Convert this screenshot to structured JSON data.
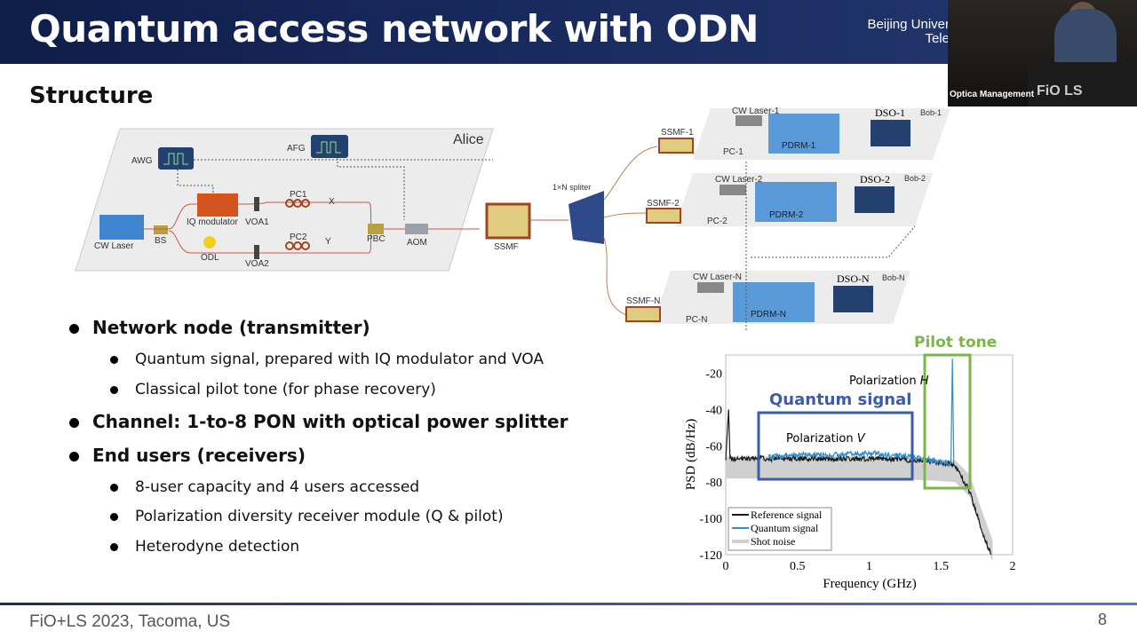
{
  "slide": {
    "title": "Quantum access network with ODN",
    "institution_line1": "Beijing Univer",
    "institution_line2": "Tele",
    "subtitle": "Structure",
    "footer": "FiO+LS 2023, Tacoma, US",
    "page_number": "8"
  },
  "webcam": {
    "caption": "Optica Management",
    "logo_text": "FiO LS"
  },
  "diagram": {
    "alice": "Alice",
    "awg": "AWG",
    "afg": "AFG",
    "iq": "IQ modulator",
    "voa1": "VOA1",
    "voa2": "VOA2",
    "pc1": "PC1",
    "pc2": "PC2",
    "x": "X",
    "y": "Y",
    "cw": "CW Laser",
    "bs": "BS",
    "odl": "ODL",
    "pbc": "PBC",
    "aom": "AOM",
    "ssmf": "SSMF",
    "splitter": "1×N spliter",
    "bobs": [
      {
        "name": "Bob-1",
        "laser": "CW Laser-1",
        "pdrm": "PDRM-1",
        "dso": "DSO-1",
        "ssmf": "SSMF-1",
        "pc": "PC-1"
      },
      {
        "name": "Bob-2",
        "laser": "CW Laser-2",
        "pdrm": "PDRM-2",
        "dso": "DSO-2",
        "ssmf": "SSMF-2",
        "pc": "PC-2"
      },
      {
        "name": "Bob-N",
        "laser": "CW Laser-N",
        "pdrm": "PDRM-N",
        "dso": "DSO-N",
        "ssmf": "SSMF-N",
        "pc": "PC-N"
      }
    ]
  },
  "bullets": [
    {
      "text": "Network node (transmitter)",
      "sub": [
        "Quantum signal, prepared with IQ modulator and VOA",
        "Classical pilot tone (for phase recovery)"
      ]
    },
    {
      "text": "Channel: 1-to-8 PON with optical power splitter",
      "sub": []
    },
    {
      "text": "End users (receivers)",
      "sub": [
        "8-user capacity and 4 users accessed",
        "Polarization diversity receiver module (Q & pilot)",
        "Heterodyne detection"
      ]
    }
  ],
  "colors": {
    "title_bg": "#0e1e4a",
    "quantum_box": "#3c5ba8",
    "pilot_box": "#7ab648",
    "quantum_line": "#2f8fd0",
    "reference_line": "#1a1a1a",
    "shot_noise": "#d0d0d0"
  },
  "chart_data": {
    "type": "line",
    "xlabel": "Frequency (GHz)",
    "ylabel": "PSD (dB/Hz)",
    "xlim": [
      0,
      2
    ],
    "ylim": [
      -120,
      -10
    ],
    "xticks": [
      "0",
      "0.5",
      "1",
      "1.5",
      "2"
    ],
    "yticks": [
      "-20",
      "-40",
      "-60",
      "-80",
      "-100",
      "-120"
    ],
    "annotations": {
      "quantum": "Quantum signal",
      "pilot": "Pilot tone",
      "polV": "Polarization ",
      "polV_var": "V",
      "polH": "Polarization ",
      "polH_var": "H"
    },
    "legend_position": "bottom-left",
    "series": [
      {
        "name": "Reference signal",
        "x": [
          0,
          0.02,
          0.03,
          0.5,
          1.0,
          1.4,
          1.5,
          1.6,
          1.7,
          1.8,
          1.85
        ],
        "y": [
          -68,
          -40,
          -67,
          -67,
          -67,
          -68,
          -69,
          -71,
          -85,
          -110,
          -120
        ]
      },
      {
        "name": "Quantum signal",
        "x": [
          0.3,
          0.5,
          0.8,
          1.0,
          1.3,
          1.57,
          1.58,
          1.59
        ],
        "y": [
          -66,
          -65,
          -65,
          -64,
          -66,
          -70,
          -12,
          -70
        ]
      },
      {
        "name": "Shot noise",
        "x": [
          0,
          0.5,
          1.0,
          1.4,
          1.6,
          1.7,
          1.8,
          1.87
        ],
        "y": [
          -72,
          -72,
          -72,
          -73,
          -74,
          -82,
          -105,
          -120
        ]
      }
    ]
  }
}
